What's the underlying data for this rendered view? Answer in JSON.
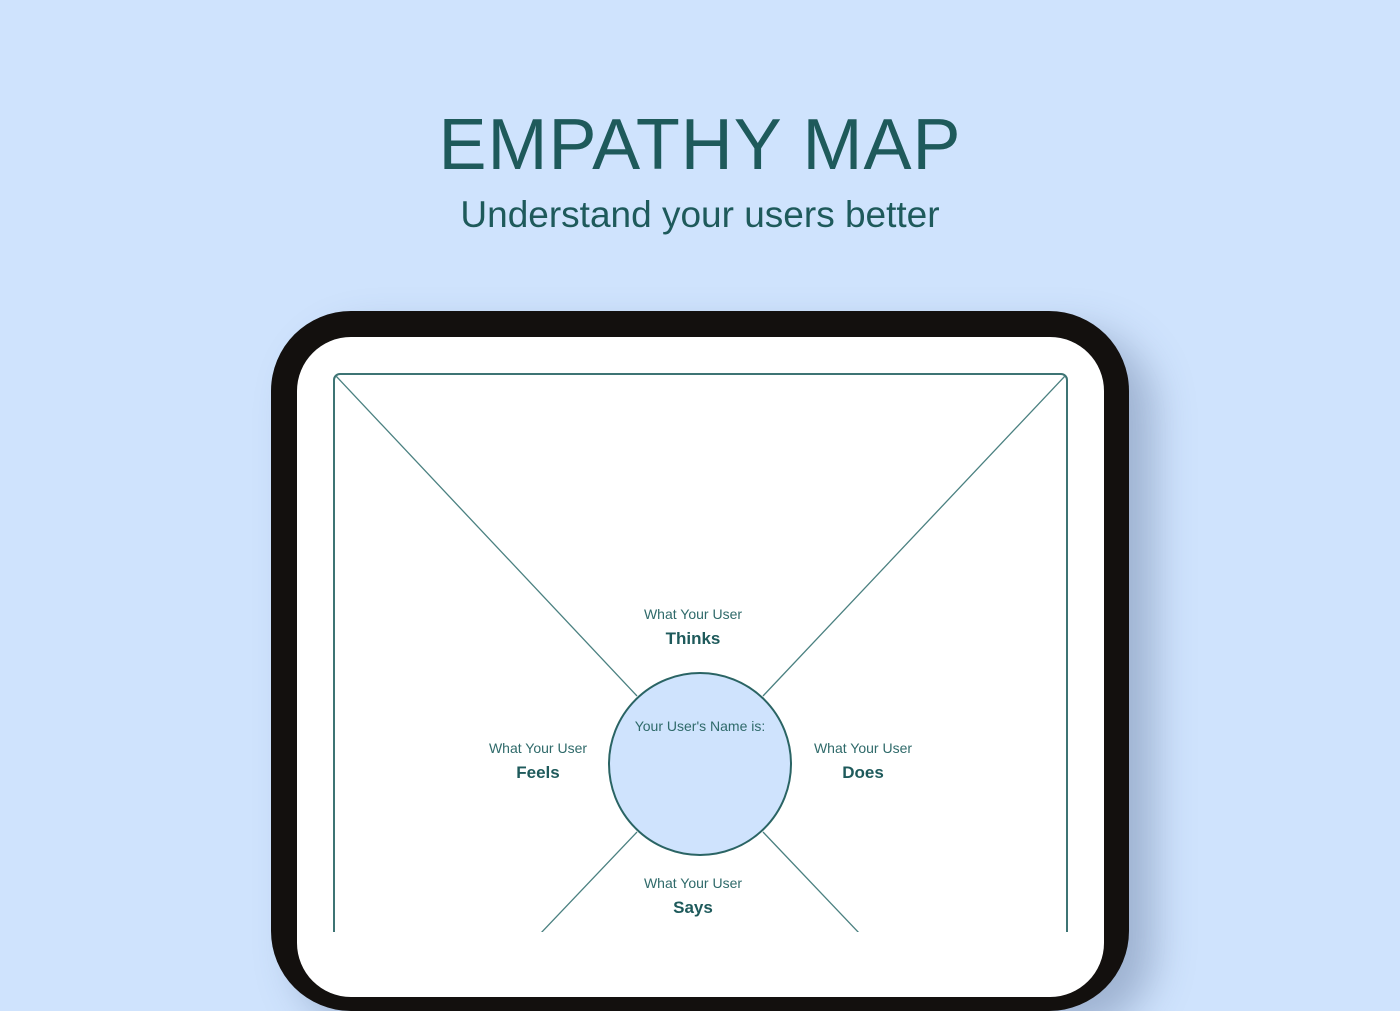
{
  "header": {
    "title": "EMPATHY MAP",
    "subtitle": "Understand your users better"
  },
  "map": {
    "center_label": "Your User's Name is:",
    "quadrants": [
      {
        "prefix": "What Your User",
        "label": "Thinks"
      },
      {
        "prefix": "What Your User",
        "label": "Feels"
      },
      {
        "prefix": "What Your User",
        "label": "Does"
      },
      {
        "prefix": "What Your User",
        "label": "Says"
      }
    ]
  },
  "colors": {
    "background": "#cfe3fd",
    "accent": "#1e5a5b",
    "device": "#13100e",
    "circle_fill": "#cfe3fd"
  }
}
